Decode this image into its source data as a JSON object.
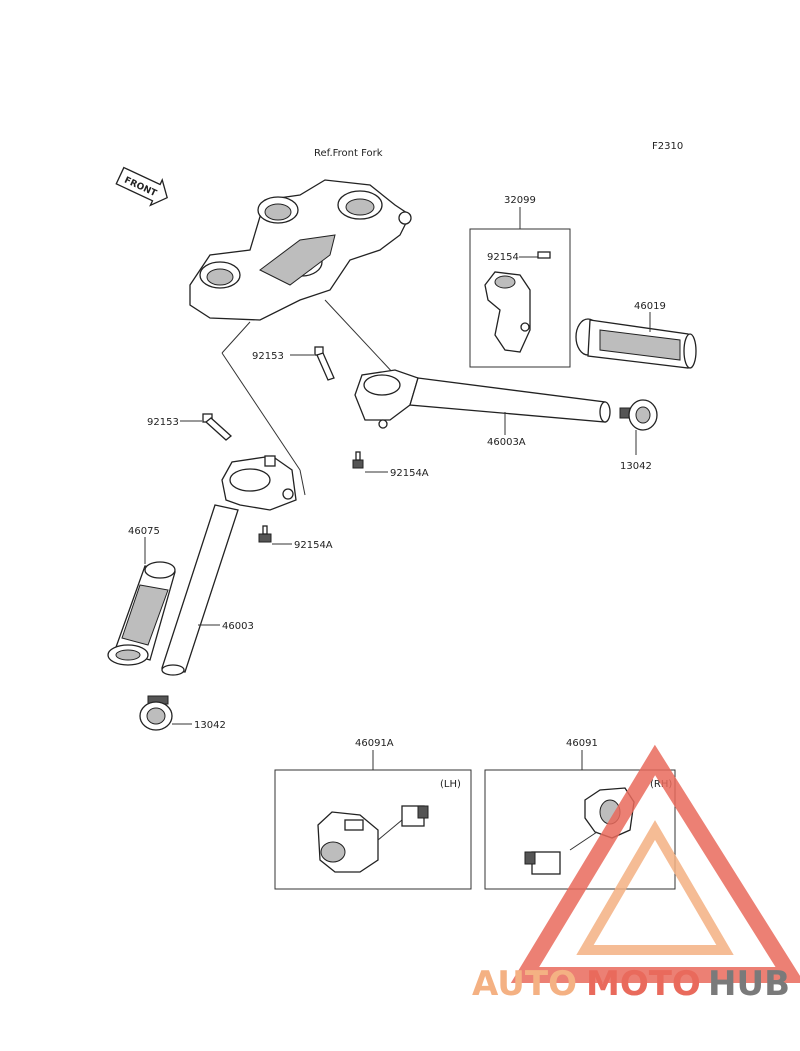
{
  "diagram": {
    "figure_code": "F2310",
    "ref_label": "Ref.Front Fork",
    "front_arrow_label": "FRONT",
    "parts": {
      "p32099": "32099",
      "p92154_top": "92154",
      "p46019": "46019",
      "p92153_a": "92153",
      "p92153_b": "92153",
      "p46003A": "46003A",
      "p13042_right": "13042",
      "p92154A_a": "92154A",
      "p92154A_b": "92154A",
      "p46075": "46075",
      "p46003": "46003",
      "p13042_left": "13042",
      "p46091A": "46091A",
      "p46091": "46091"
    },
    "side_lh": "(LH)",
    "side_rh": "(RH)"
  },
  "watermark": {
    "text_auto": "AUTO",
    "text_moto": "MOTO",
    "text_hub": "HUB",
    "color_auto": "#f4b183",
    "color_moto": "#e96a5c",
    "color_hub": "#7a7a7a"
  }
}
